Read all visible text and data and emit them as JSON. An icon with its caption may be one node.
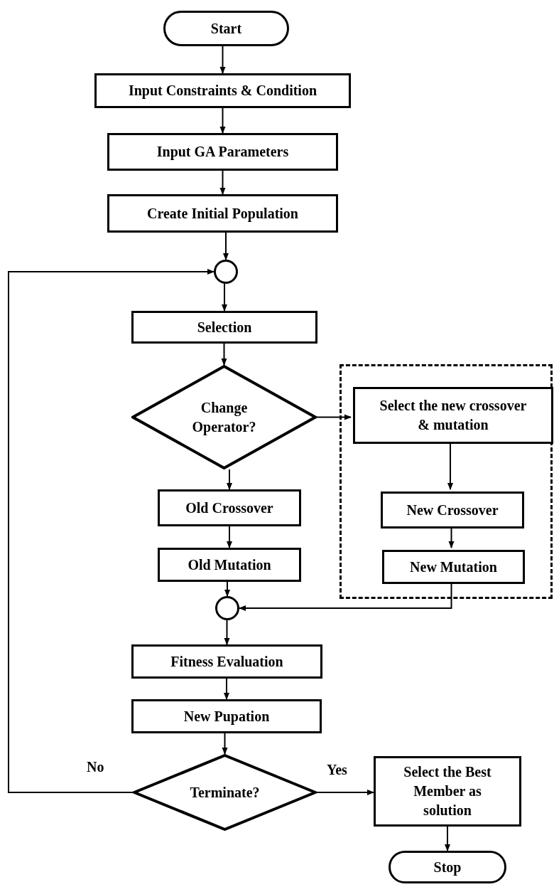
{
  "diagram": {
    "nodes": [
      {
        "text": [
          "Start"
        ]
      },
      {
        "text": [
          "Input Constraints & Condition"
        ]
      },
      {
        "text": [
          "Input GA Parameters"
        ]
      },
      {
        "text": [
          "Create Initial Population"
        ]
      },
      {
        "text": [],
        "shape": "circle"
      },
      {
        "text": [
          "Selection"
        ]
      },
      {
        "text": [
          "Change Operator?"
        ]
      },
      {
        "text": [],
        "shape": "box"
      },
      {
        "text": [
          "Select the new crossover & mutation"
        ],
        "in": 7
      },
      {
        "text": [
          "New Crossover"
        ],
        "in": 7
      },
      {
        "text": [
          "New Mutation"
        ],
        "in": 7
      },
      {
        "text": [
          "Old Crossover"
        ]
      },
      {
        "text": [
          "Old Mutation"
        ]
      },
      {
        "text": [],
        "shape": "circle"
      },
      {
        "text": [
          "Fitness Evaluation"
        ]
      },
      {
        "text": [
          "New Pupation"
        ]
      },
      {
        "text": [
          "Terminate?"
        ]
      },
      {
        "text": [
          "Select the Best Member as solution"
        ]
      },
      {
        "text": [
          "Stop"
        ]
      }
    ],
    "edges": [
      {
        "from": 0,
        "to": 1,
        "arrow": "to"
      },
      {
        "from": 1,
        "to": 2,
        "arrow": "to"
      },
      {
        "from": 2,
        "to": 3,
        "arrow": "to"
      },
      {
        "from": 3,
        "to": 4,
        "arrow": "to"
      },
      {
        "from": 4,
        "to": 5,
        "arrow": "to"
      },
      {
        "from": 5,
        "to": 6,
        "arrow": "to"
      },
      {
        "from": 6,
        "to": 8,
        "arrow": "to"
      },
      {
        "from": 6,
        "to": 11,
        "arrow": "to"
      },
      {
        "from": 8,
        "to": 9,
        "arrow": "to"
      },
      {
        "from": 9,
        "to": 10,
        "arrow": "to"
      },
      {
        "from": 10,
        "to": 13,
        "arrow": "to"
      },
      {
        "from": 11,
        "to": 12,
        "arrow": "to"
      },
      {
        "from": 12,
        "to": 13,
        "arrow": "to"
      },
      {
        "from": 13,
        "to": 14,
        "arrow": "to"
      },
      {
        "from": 14,
        "to": 15,
        "arrow": "to"
      },
      {
        "from": 15,
        "to": 16,
        "arrow": "to"
      },
      {
        "from": 16,
        "to": 17,
        "label": "Yes",
        "arrow": "to"
      },
      {
        "from": 16,
        "to": 4,
        "label": "No",
        "arrow": "to"
      },
      {
        "from": 17,
        "to": 18,
        "arrow": "to"
      }
    ]
  }
}
